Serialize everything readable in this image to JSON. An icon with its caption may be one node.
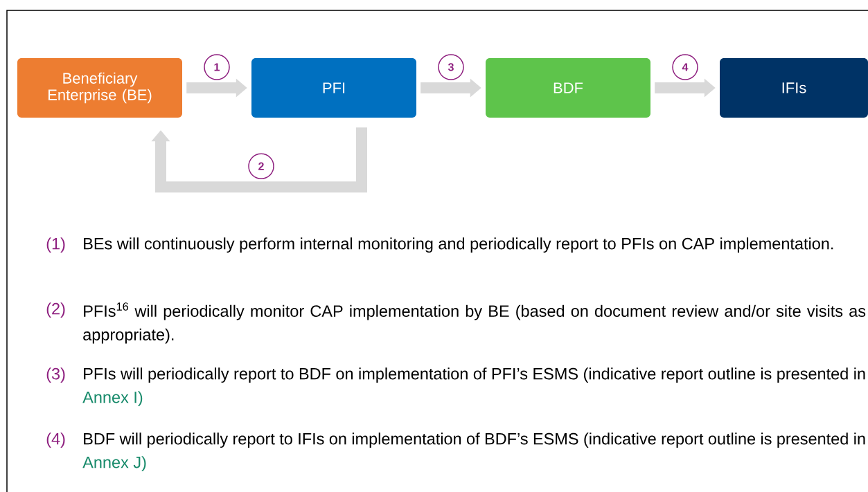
{
  "diagram": {
    "nodes": [
      {
        "text": [
          "Beneficiary Enterprise (BE)"
        ]
      },
      {
        "text": [
          "PFI"
        ]
      },
      {
        "text": [
          "BDF"
        ]
      },
      {
        "text": [
          "IFIs"
        ]
      }
    ],
    "edges": [
      {
        "from": 0,
        "to": 1,
        "arrow": "to",
        "label": "1"
      },
      {
        "from": 1,
        "to": 0,
        "arrow": "to",
        "label": "2"
      },
      {
        "from": 1,
        "to": 2,
        "arrow": "to",
        "label": "3"
      },
      {
        "from": 2,
        "to": 3,
        "arrow": "to",
        "label": "4"
      }
    ],
    "labels": [
      "(1)",
      "BEs will continuously perform internal monitoring and periodically report to PFIs on CAP implementation.",
      "(2)",
      "PFIs$^{16}$ will periodically monitor CAP implementation by BE (based on document review and/or site visits as appropriate).",
      "(3)",
      "PFIs will periodically report to BDF on implementation of PFI’s ESMS (indicative report outline is presented in",
      "Annex I)",
      "(4)",
      "BDF will periodically report to IFIs on implementation of BDF’s ESMS (indicative report outline is presented in",
      "Annex J)"
    ]
  }
}
